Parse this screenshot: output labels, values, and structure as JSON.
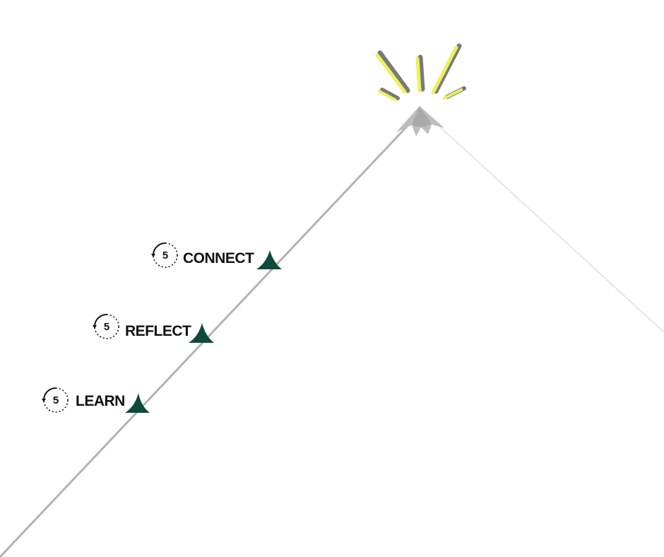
{
  "diagram": {
    "colors": {
      "path_line": "#b3b3b3",
      "descent_line": "#e6e6e6",
      "summit_peak": "#bdbdbd",
      "step_marker": "#0e4a3c",
      "burst_yellow": "#eef05a",
      "burst_shadow": "#7a7a7a",
      "text": "#111111"
    },
    "burst_icon": "sparkle-burst-icon",
    "steps": [
      {
        "label": "LEARN",
        "timer_value": "5",
        "timer_icon": "stopwatch-icon",
        "marker_icon": "triangle-flag-icon"
      },
      {
        "label": "REFLECT",
        "timer_value": "5",
        "timer_icon": "stopwatch-icon",
        "marker_icon": "triangle-flag-icon"
      },
      {
        "label": "CONNECT",
        "timer_value": "5",
        "timer_icon": "stopwatch-icon",
        "marker_icon": "triangle-flag-icon"
      }
    ]
  }
}
